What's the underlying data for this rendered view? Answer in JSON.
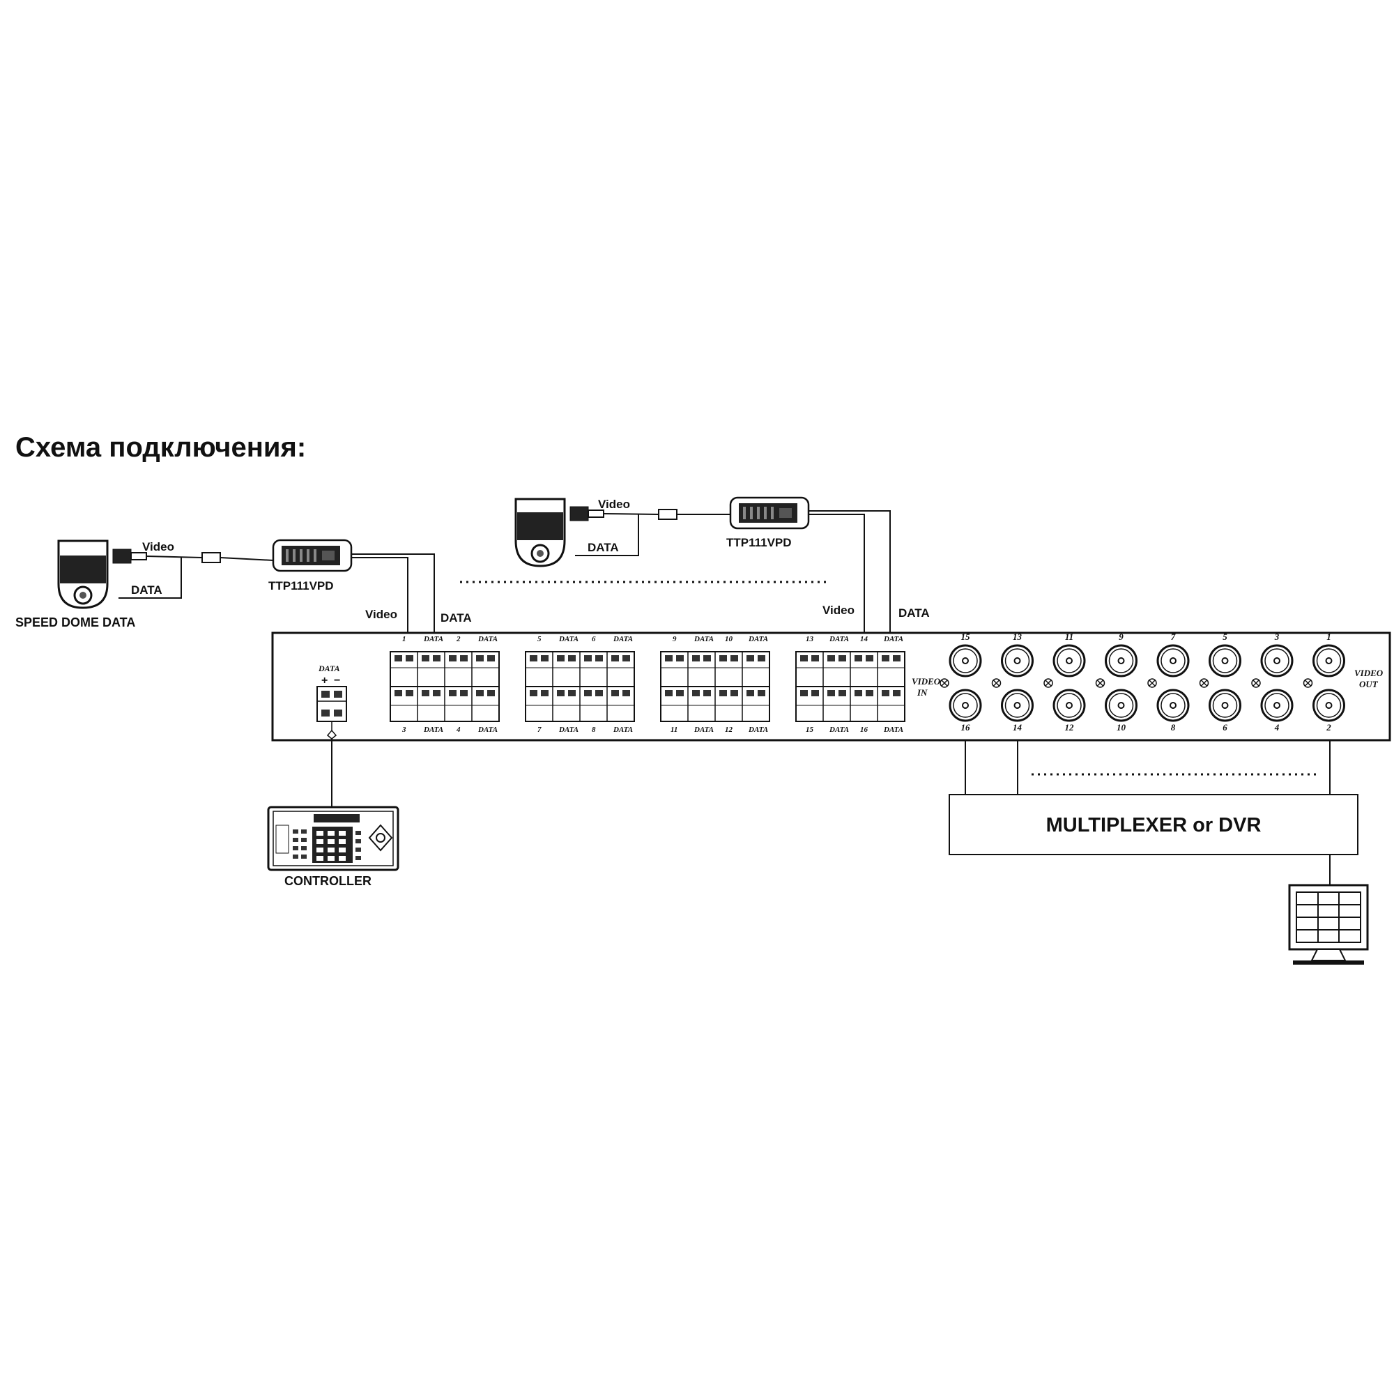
{
  "header": {
    "title": "Схема подключения:"
  },
  "left_camera": {
    "label": "SPEED DOME DATA",
    "video_label": "Video",
    "data_label": "DATA"
  },
  "left_transceiver": {
    "label": "TTP111VPD"
  },
  "left_feed": {
    "video_label": "Video",
    "data_label": "DATA"
  },
  "right_camera": {
    "video_label": "Video",
    "data_label": "DATA"
  },
  "right_transceiver": {
    "label": "TTP111VPD"
  },
  "right_feed": {
    "video_label": "Video",
    "data_label": "DATA"
  },
  "hub": {
    "data_block": {
      "label": "DATA",
      "plus": "+",
      "minus": "−"
    },
    "terminal_groups": [
      {
        "top": [
          "1",
          "DATA",
          "2",
          "DATA"
        ],
        "bottom": [
          "3",
          "DATA",
          "4",
          "DATA"
        ]
      },
      {
        "top": [
          "5",
          "DATA",
          "6",
          "DATA"
        ],
        "bottom": [
          "7",
          "DATA",
          "8",
          "DATA"
        ]
      },
      {
        "top": [
          "9",
          "DATA",
          "10",
          "DATA"
        ],
        "bottom": [
          "11",
          "DATA",
          "12",
          "DATA"
        ]
      },
      {
        "top": [
          "13",
          "DATA",
          "14",
          "DATA"
        ],
        "bottom": [
          "15",
          "DATA",
          "16",
          "DATA"
        ]
      }
    ],
    "video_in_label": [
      "VIDEO",
      "IN"
    ],
    "video_out_label": [
      "VIDEO",
      "OUT"
    ],
    "bnc_top": [
      "15",
      "13",
      "11",
      "9",
      "7",
      "5",
      "3",
      "1"
    ],
    "bnc_bottom": [
      "16",
      "14",
      "12",
      "10",
      "8",
      "6",
      "4",
      "2"
    ]
  },
  "controller": {
    "label": "CONTROLLER"
  },
  "multiplexer": {
    "label": "MULTIPLEXER or DVR"
  },
  "monitor": {
    "icon": "monitor-icon"
  }
}
